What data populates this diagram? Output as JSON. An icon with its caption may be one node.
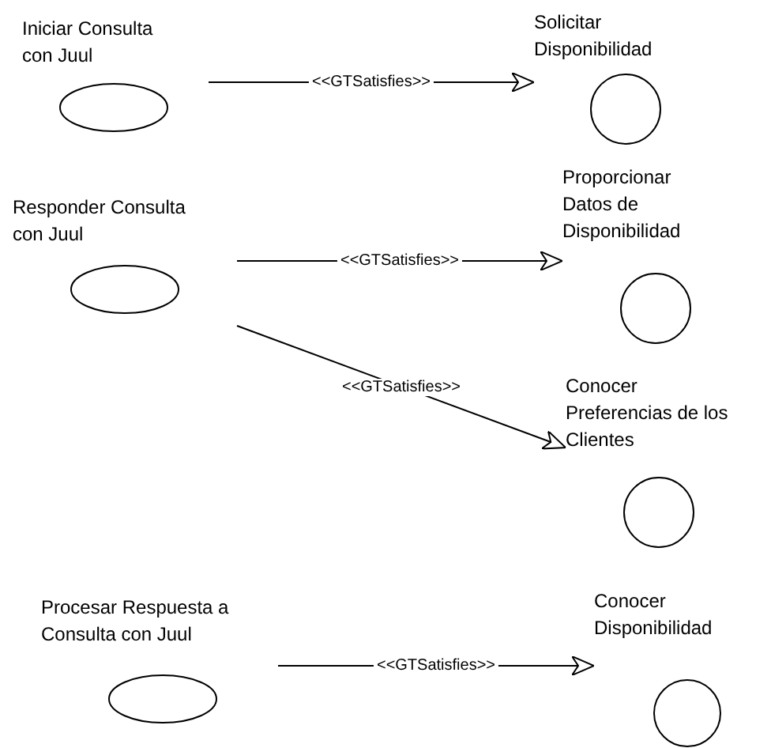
{
  "diagram": {
    "nodes": [
      {
        "text": [
          "Iniciar Consulta con Juul"
        ]
      },
      {
        "text": [
          "Solicitar Disponibilidad"
        ]
      },
      {
        "text": [
          "Responder Consulta con Juul"
        ]
      },
      {
        "text": [
          "Proporcionar Datos de Disponibilidad"
        ]
      },
      {
        "text": [
          "Conocer Preferencias de los Clientes"
        ]
      },
      {
        "text": [
          "Procesar Respuesta a Consulta con Juul"
        ]
      },
      {
        "text": [
          "Conocer Disponibilidad"
        ]
      }
    ],
    "edges": [
      {
        "from": 0,
        "to": 1,
        "arrow": "to",
        "label": "<<GTSatisfies>>"
      },
      {
        "from": 2,
        "to": 3,
        "arrow": "to",
        "label": "<<GTSatisfies>>"
      },
      {
        "from": 2,
        "to": 4,
        "arrow": "to",
        "label": "<<GTSatisfies>>"
      },
      {
        "from": 5,
        "to": 6,
        "arrow": "to",
        "label": "<<GTSatisfies>>"
      }
    ]
  }
}
